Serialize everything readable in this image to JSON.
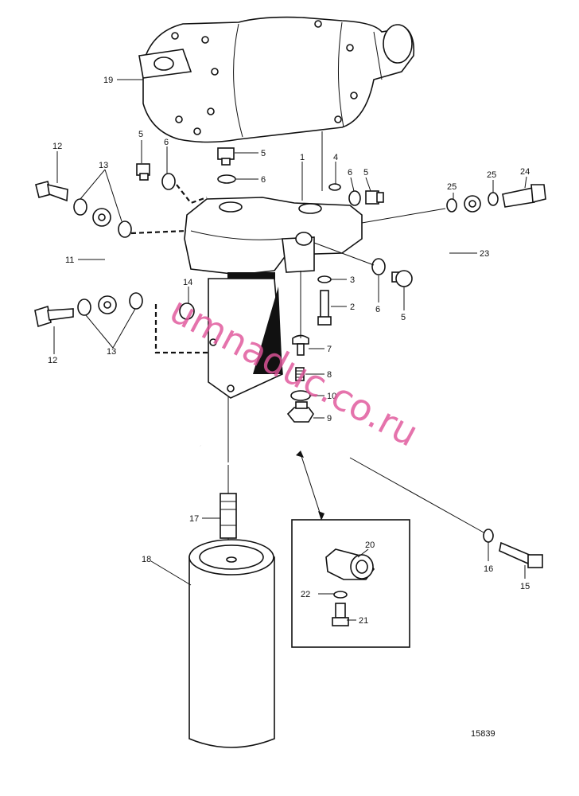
{
  "labels": {
    "l1": "1",
    "l2": "2",
    "l3": "3",
    "l4": "4",
    "l5a": "5",
    "l5b": "5",
    "l5c": "5",
    "l5d": "5",
    "l6a": "6",
    "l6b": "6",
    "l6c": "6",
    "l6d": "6",
    "l7": "7",
    "l8": "8",
    "l9": "9",
    "l10": "10",
    "l11": "11",
    "l12a": "12",
    "l12b": "12",
    "l13a": "13",
    "l13b": "13",
    "l14": "14",
    "l15": "15",
    "l16": "16",
    "l17": "17",
    "l18": "18",
    "l19": "19",
    "l20": "20",
    "l21": "21",
    "l22": "22",
    "l23": "23",
    "l24": "24",
    "l25a": "25",
    "l25b": "25"
  },
  "figure_number": "15839",
  "watermark": "umnaduc.co.ru",
  "colors": {
    "line": "#111111",
    "watermark": "#e0559a"
  }
}
